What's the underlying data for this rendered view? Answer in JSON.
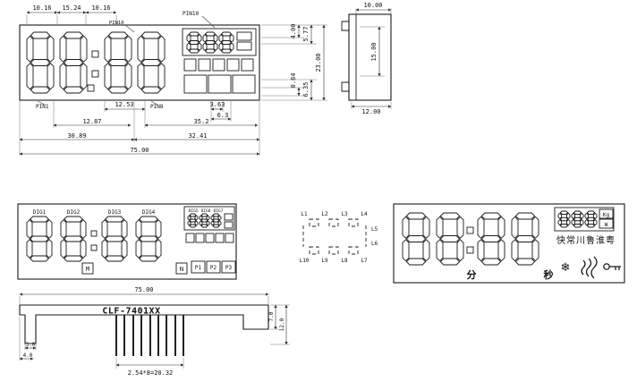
{
  "title": "LED display module dimensional drawing",
  "views": {
    "top_left": {
      "dim_a": "10.16",
      "dim_b": "15.24",
      "dim_c": "10.16",
      "pin10_top": "PIN10",
      "pin10_inner": "PIN10",
      "dim_4_00": "4.00",
      "dim_5_77": "5.77",
      "dim_23_00": "23.00",
      "dim_0_84": "0.84",
      "dim_6_35": "6.35",
      "pin1": "PIN1",
      "pin8": "PIN8",
      "dim_12_53": "12.53",
      "dim_3_63": "3.63",
      "dim_6_3": "6.3",
      "dim_12_87": "12.87",
      "dim_35_2": "35.2",
      "dim_30_89": "30.89",
      "dim_32_41": "32.41",
      "dim_75_00": "75.00"
    },
    "side": {
      "dim_10_00": "10.00",
      "dim_15_00": "15.00",
      "dim_12_00": "12.00"
    },
    "mid_left": {
      "dig1": "DIG1",
      "dig2": "DIG2",
      "dig3": "DIG3",
      "dig4": "DIG4",
      "dig5": "DIG5",
      "dig6": "DIG6",
      "dig7": "DIG7",
      "m": "M",
      "n": "N",
      "p1": "P1",
      "p2": "P2",
      "p3": "P3"
    },
    "pin_map": {
      "top": [
        "L1",
        "L2",
        "L3",
        "L4"
      ],
      "right": [
        "L5",
        "L6"
      ],
      "bottom": [
        "L10",
        "L9",
        "L8",
        "L7"
      ]
    },
    "mid_right": {
      "minute": "分",
      "second": "秒",
      "kg": "Kg",
      "watt": "W",
      "regions": "快常川鲁淮粤",
      "snowflake": "❄"
    },
    "bottom": {
      "part_number": "CLF-7401XX",
      "dim_75_00": "75.00",
      "dim_7_0": "7.0",
      "dim_12_0": "12.0",
      "dim_3_0": "3.0",
      "dim_4_0": "4.0",
      "pin_pitch": "2.54*8=20.32"
    }
  }
}
